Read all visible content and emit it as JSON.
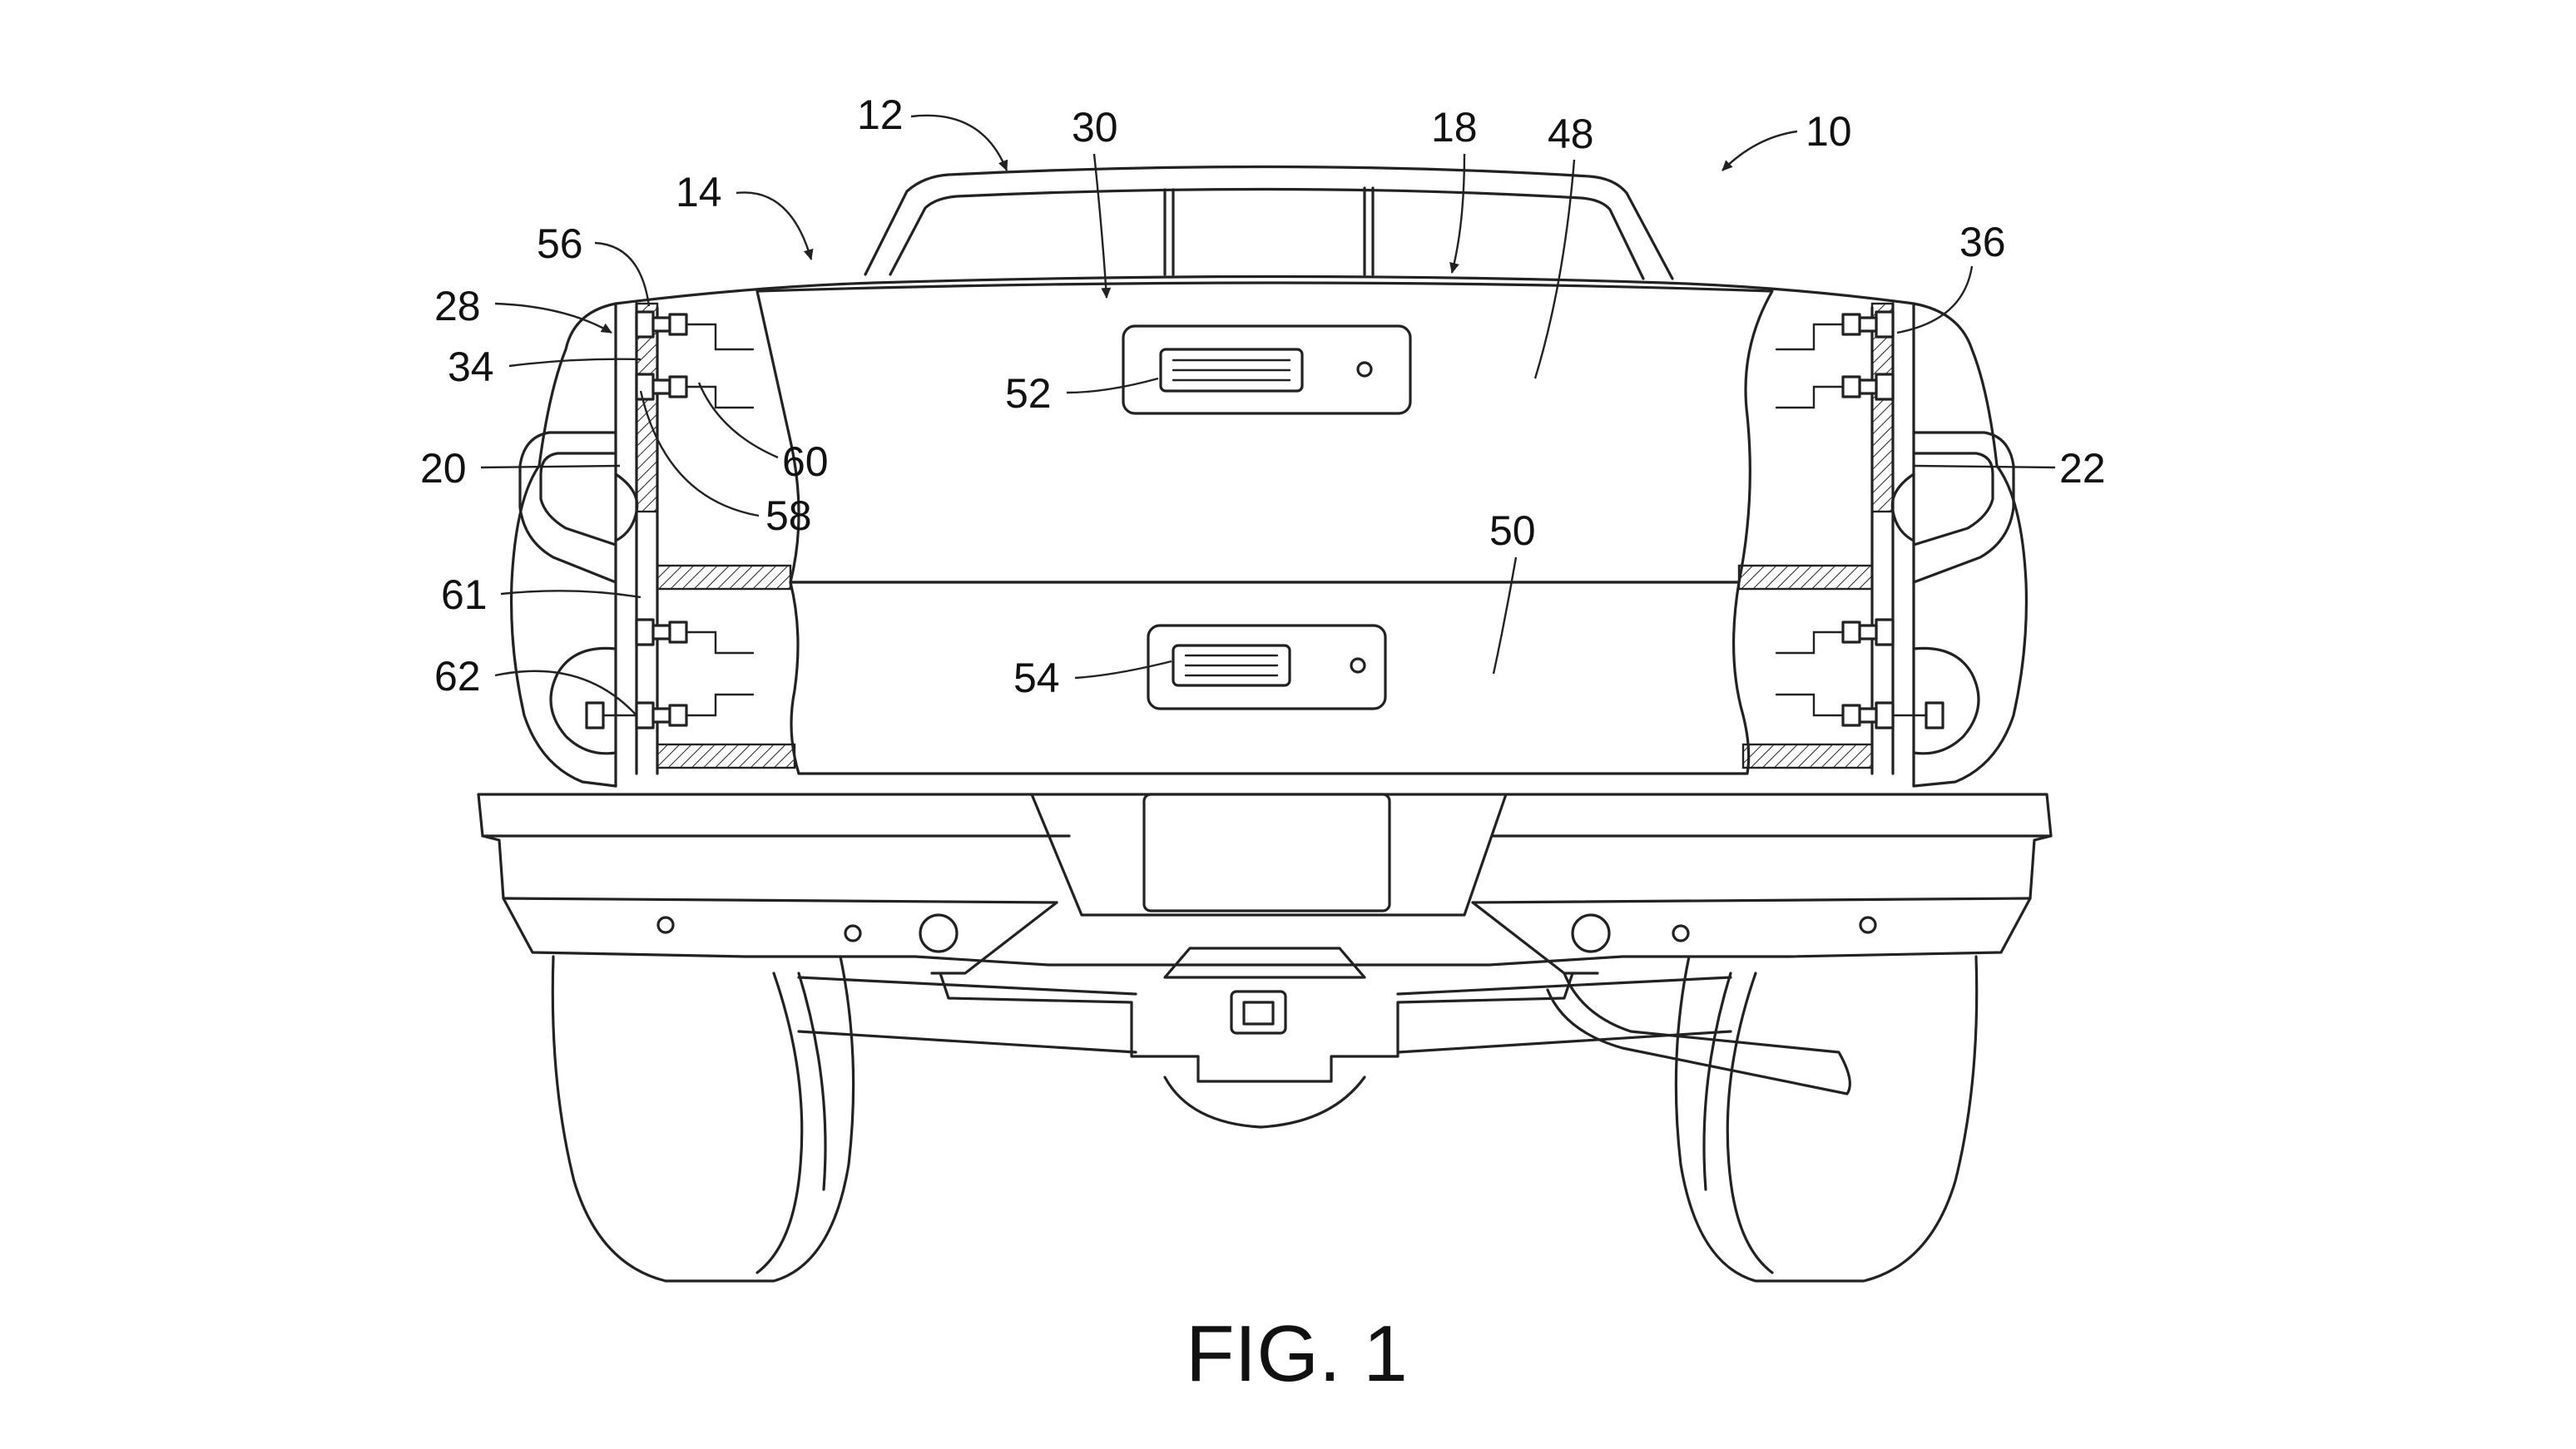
{
  "figure": {
    "caption": "FIG. 1",
    "reference_numerals": {
      "vehicle": "10",
      "body": "12",
      "cargo_bed": "14",
      "tailgate_edge": "18",
      "left_pillar": "20",
      "right_pillar": "22",
      "left_latch_assembly": "28",
      "top_edge": "30",
      "left_bracket": "34",
      "right_latch_assembly": "36",
      "upper_panel": "48",
      "lower_panel": "50",
      "upper_handle": "52",
      "lower_handle": "54",
      "upper_striker_a": "56",
      "upper_striker_b": "58",
      "upper_pin": "60",
      "lower_striker_a": "61",
      "lower_striker_b": "62"
    }
  }
}
